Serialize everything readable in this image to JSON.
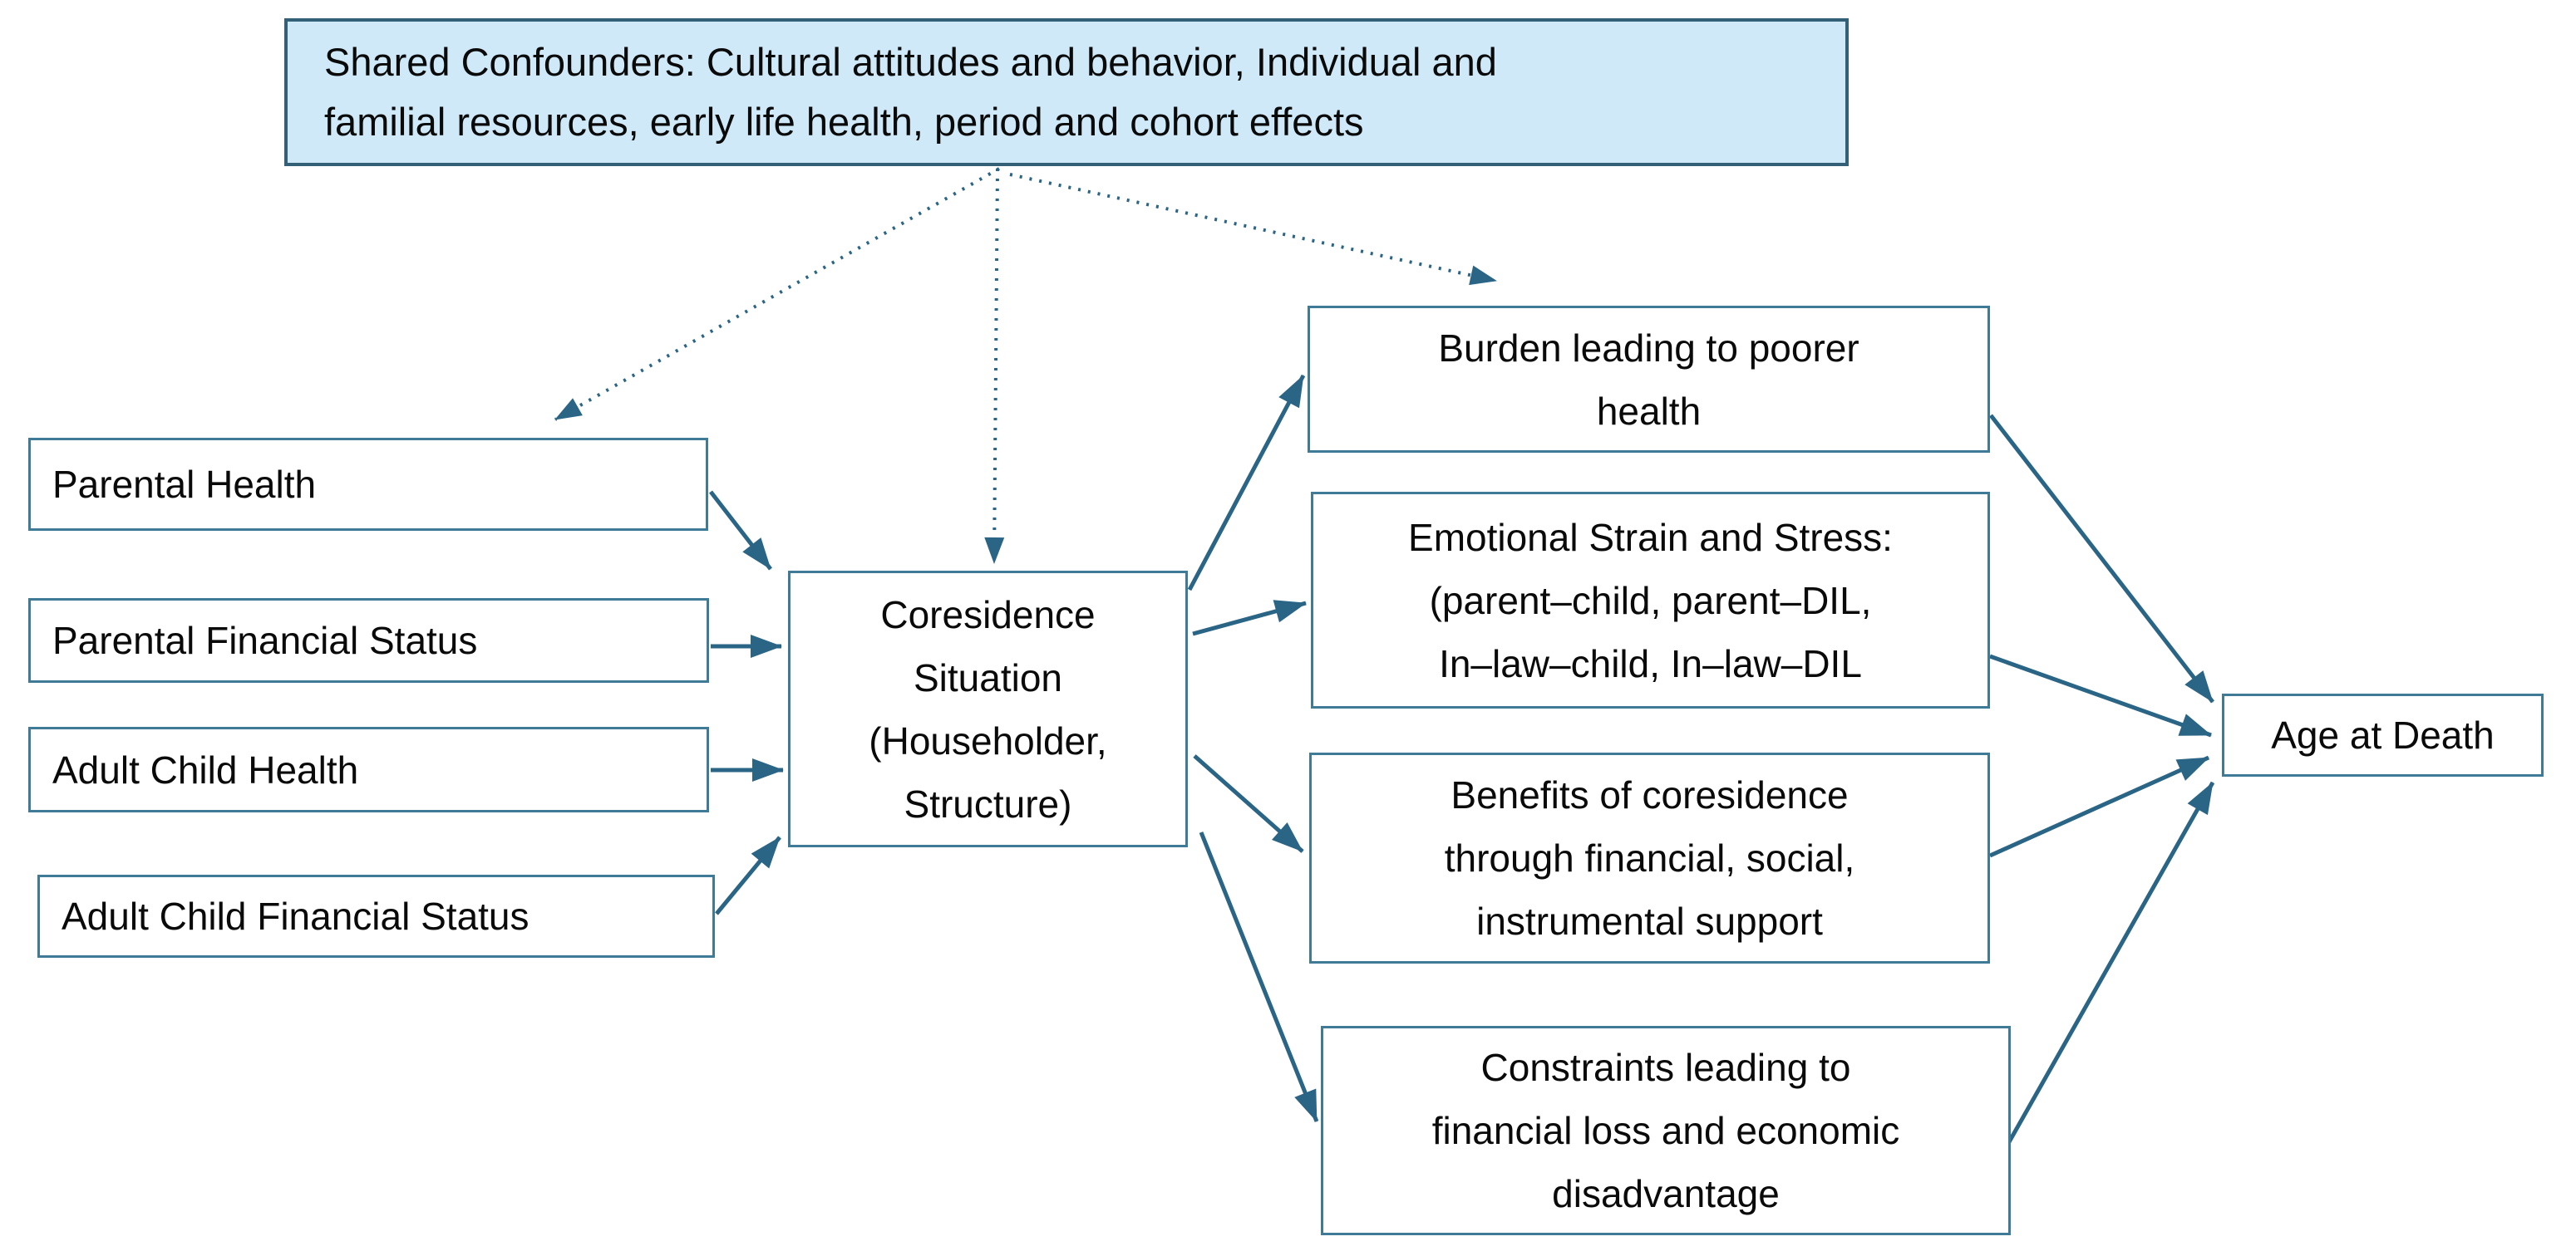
{
  "diagram": {
    "kind": "causal-path-diagram",
    "confounders": {
      "lines": [
        "Shared Confounders: Cultural attitudes and behavior, Individual and",
        "familial resources, early life health, period and cohort effects"
      ]
    },
    "nodes": {
      "parental_health": {
        "label": "Parental Health"
      },
      "parental_financial": {
        "label": "Parental Financial Status"
      },
      "adult_child_health": {
        "label": "Adult Child Health"
      },
      "adult_child_financial": {
        "label": "Adult Child Financial Status"
      },
      "coresidence": {
        "lines": [
          "Coresidence",
          "Situation",
          "(Householder,",
          "Structure)"
        ]
      },
      "burden": {
        "lines": [
          "Burden leading to poorer",
          "health"
        ]
      },
      "emotional": {
        "lines": [
          "Emotional Strain and Stress:",
          "(parent–child, parent–DIL,",
          "In–law–child, In–law–DIL"
        ]
      },
      "benefits": {
        "lines": [
          "Benefits of coresidence",
          "through financial, social,",
          "instrumental support"
        ]
      },
      "constraints": {
        "lines": [
          "Constraints leading to",
          "financial loss and economic",
          "disadvantage"
        ]
      },
      "age_at_death": {
        "label": "Age at Death"
      }
    },
    "edges": [
      {
        "from": "shared_confounders",
        "to": "parental_health_area",
        "style": "dotted"
      },
      {
        "from": "shared_confounders",
        "to": "coresidence",
        "style": "dotted"
      },
      {
        "from": "shared_confounders",
        "to": "burden_area",
        "style": "dotted"
      },
      {
        "from": "parental_health",
        "to": "coresidence",
        "style": "solid"
      },
      {
        "from": "parental_financial",
        "to": "coresidence",
        "style": "solid"
      },
      {
        "from": "adult_child_health",
        "to": "coresidence",
        "style": "solid"
      },
      {
        "from": "adult_child_financial",
        "to": "coresidence",
        "style": "solid"
      },
      {
        "from": "coresidence",
        "to": "burden",
        "style": "solid"
      },
      {
        "from": "coresidence",
        "to": "emotional",
        "style": "solid"
      },
      {
        "from": "coresidence",
        "to": "benefits",
        "style": "solid"
      },
      {
        "from": "coresidence",
        "to": "constraints",
        "style": "solid"
      },
      {
        "from": "burden",
        "to": "age_at_death",
        "style": "solid"
      },
      {
        "from": "emotional",
        "to": "age_at_death",
        "style": "solid"
      },
      {
        "from": "benefits",
        "to": "age_at_death",
        "style": "solid"
      },
      {
        "from": "constraints",
        "to": "age_at_death",
        "style": "solid"
      }
    ],
    "colors": {
      "arrow": "#2a6586",
      "box_border": "#3f7a96",
      "confounders_border": "#336077",
      "confounders_fill": "#cfe9f8",
      "text": "#0a0a0a",
      "background": "#ffffff"
    }
  }
}
